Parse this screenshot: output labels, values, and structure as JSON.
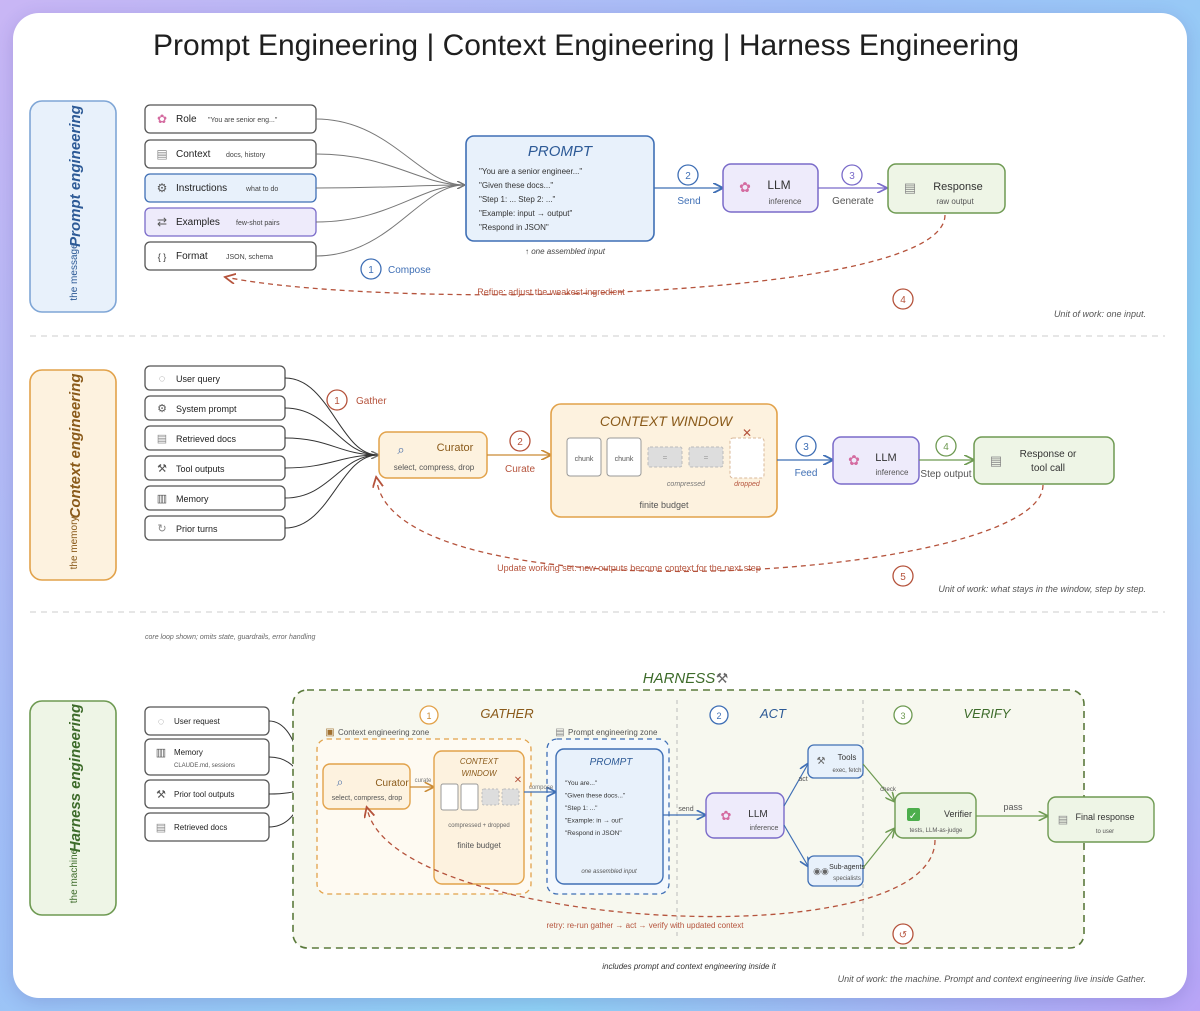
{
  "title": "Prompt Engineering | Context Engineering | Harness Engineering",
  "sections": {
    "prompt": {
      "side_label": "Prompt engineering",
      "side_sub": "the message",
      "ingredients": [
        {
          "label": "Role",
          "detail": "\"You are senior eng...\"",
          "icon": "brain-icon"
        },
        {
          "label": "Context",
          "detail": "docs, history",
          "icon": "document-icon"
        },
        {
          "label": "Instructions",
          "detail": "what to do",
          "icon": "gear-icon"
        },
        {
          "label": "Examples",
          "detail": "few-shot pairs",
          "icon": "swap-arrows-icon"
        },
        {
          "label": "Format",
          "detail": "JSON, schema",
          "icon": "braces-icon"
        }
      ],
      "prompt_box": {
        "title": "PROMPT",
        "lines": [
          "\"You are a senior engineer...\"",
          "\"Given these docs...\"",
          "\"Step 1: ... Step 2: ...\"",
          "\"Example: input → output\"",
          "\"Respond in JSON\""
        ],
        "caption": "↑ one assembled input"
      },
      "compose": {
        "num": "1",
        "label": "Compose"
      },
      "send": {
        "num": "2",
        "label": "Send"
      },
      "generate": {
        "num": "3",
        "label": "Generate"
      },
      "refine": {
        "num": "4",
        "label": "Refine: adjust the weakest ingredient"
      },
      "llm": {
        "title": "LLM",
        "sub": "inference"
      },
      "response": {
        "title": "Response",
        "sub": "raw output"
      },
      "unit": "Unit of work: one input."
    },
    "context": {
      "side_label": "Context engineering",
      "side_sub": "the memory",
      "sources": [
        {
          "label": "User query",
          "icon": "speech-bubble-icon"
        },
        {
          "label": "System prompt",
          "icon": "gear-icon"
        },
        {
          "label": "Retrieved docs",
          "icon": "document-icon"
        },
        {
          "label": "Tool outputs",
          "icon": "hammer-wrench-icon"
        },
        {
          "label": "Memory",
          "icon": "notebook-icon"
        },
        {
          "label": "Prior turns",
          "icon": "cycle-icon"
        }
      ],
      "gather": {
        "num": "1",
        "label": "Gather"
      },
      "curator": {
        "title": "Curator",
        "sub": "select, compress, drop"
      },
      "curate": {
        "num": "2",
        "label": "Curate"
      },
      "window": {
        "title": "CONTEXT WINDOW",
        "chunks": [
          "chunk",
          "chunk"
        ],
        "compressed_label": "compressed",
        "dropped_label": "dropped",
        "budget": "finite budget"
      },
      "feed": {
        "num": "3",
        "label": "Feed"
      },
      "llm": {
        "title": "LLM",
        "sub": "inference"
      },
      "step_output": {
        "num": "4",
        "label": "Step output"
      },
      "response": {
        "title": "Response or",
        "title2": "tool call"
      },
      "update": {
        "num": "5",
        "label": "Update working set: new outputs become context for the next step"
      },
      "unit": "Unit of work: what stays in the window, step by step."
    },
    "harness": {
      "note": "core loop shown; omits state, guardrails, error handling",
      "title": "HARNESS",
      "side_label": "Harness engineering",
      "side_sub": "the machine",
      "inputs": [
        {
          "label": "User request",
          "sub": "",
          "icon": "speech-bubble-icon"
        },
        {
          "label": "Memory",
          "sub": "CLAUDE.md, sessions",
          "icon": "notebook-icon"
        },
        {
          "label": "Prior tool outputs",
          "sub": "",
          "icon": "hammer-wrench-icon"
        },
        {
          "label": "Retrieved docs",
          "sub": "",
          "icon": "document-icon"
        }
      ],
      "phases": [
        {
          "num": "1",
          "label": "GATHER"
        },
        {
          "num": "2",
          "label": "ACT"
        },
        {
          "num": "3",
          "label": "VERIFY"
        }
      ],
      "context_zone": "Context engineering zone",
      "prompt_zone": "Prompt engineering zone",
      "curator": {
        "title": "Curator",
        "sub": "select, compress, drop"
      },
      "curate_label": "curate",
      "window": {
        "title": "CONTEXT",
        "title2": "WINDOW",
        "compressed": "compressed + dropped",
        "budget": "finite budget"
      },
      "compose_label": "compose",
      "prompt": {
        "title": "PROMPT",
        "lines": [
          "\"You are...\"",
          "\"Given these docs...\"",
          "\"Step 1: ...\"",
          "\"Example: in → out\"",
          "\"Respond in JSON\""
        ],
        "caption": "one assembled input"
      },
      "send_label": "send",
      "llm": {
        "title": "LLM",
        "sub": "inference"
      },
      "act_label": "act",
      "tools": {
        "title": "Tools",
        "sub": "exec, fetch"
      },
      "subagents": {
        "title": "Sub-agents",
        "sub": "specialists"
      },
      "check_label": "check",
      "verifier": {
        "title": "Verifier",
        "sub": "tests, LLM-as-judge"
      },
      "pass_label": "pass",
      "final": {
        "title": "Final response",
        "sub": "to user"
      },
      "retry": {
        "num": "↺",
        "label": "retry: re-run gather → act → verify with updated context"
      },
      "includes": "includes prompt and context engineering inside it",
      "unit": "Unit of work: the machine. Prompt and context engineering live inside Gather."
    }
  },
  "colors": {
    "blue": "#3f6fb5",
    "blue_fill": "#e8f1fb",
    "orange": "#e2a24a",
    "orange_fill": "#fdf2df",
    "green": "#6e9a52",
    "green_fill": "#eef5e6",
    "purple": "#7a6bc9",
    "purple_fill": "#eeebfb",
    "red": "#b5533c"
  }
}
